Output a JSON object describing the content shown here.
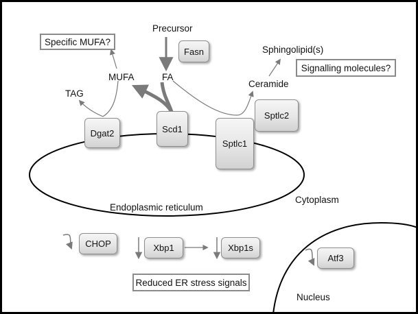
{
  "labels": {
    "precursor": "Precursor",
    "fa": "FA",
    "mufa": "MUFA",
    "tag": "TAG",
    "ceramide": "Ceramide",
    "sphingolipids": "Sphingolipid(s)",
    "er": "Endoplasmic reticulum",
    "cytoplasm": "Cytoplasm",
    "nucleus": "Nucleus"
  },
  "notes": {
    "specific_mufa": "Specific MUFA?",
    "signalling": "Signalling molecules?",
    "reduced_er": "Reduced ER stress signals"
  },
  "genes": {
    "fasn": "Fasn",
    "dgat2": "Dgat2",
    "scd1": "Scd1",
    "sptlc1": "Sptlc1",
    "sptlc2": "Sptlc2",
    "chop": "CHOP",
    "xbp1": "Xbp1",
    "xbp1s": "Xbp1s",
    "atf3": "Atf3"
  },
  "colors": {
    "frame": "#000000",
    "arrow": "#7a7a7a",
    "box_border": "#8d8d8d"
  }
}
